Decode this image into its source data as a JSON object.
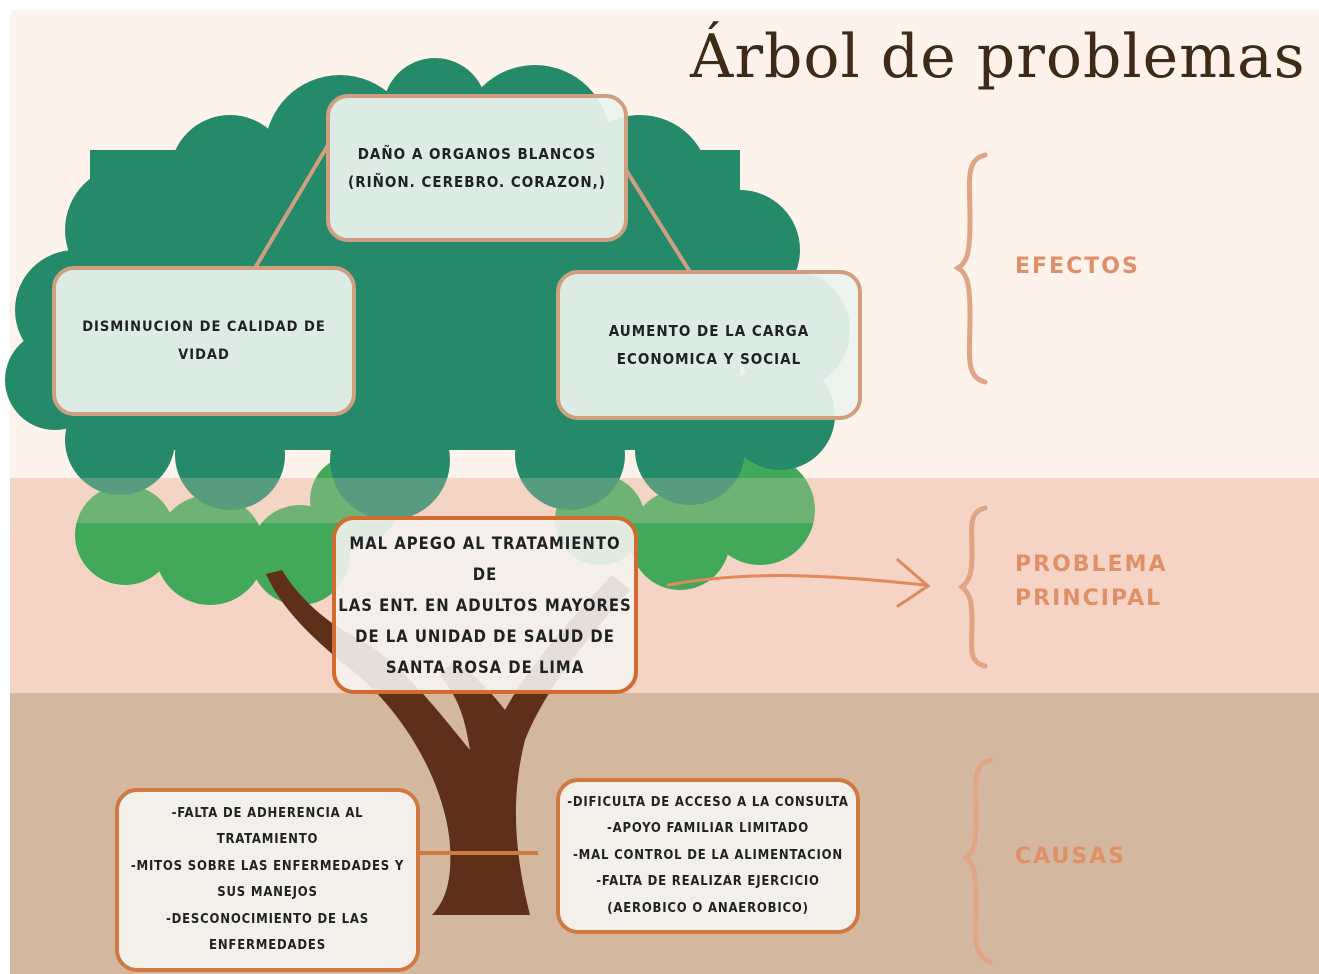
{
  "title": "Árbol de problemas",
  "sections": {
    "effects_label": "EFECTOS",
    "main_problem_label": "PROBLEMA\nPRINCIPAL",
    "causes_label": "CAUSAS"
  },
  "effects": {
    "top": "DAÑO A ORGANOS BLANCOS\n(RIÑON. CEREBRO. CORAZON,)",
    "left": "DISMINUCION DE CALIDAD DE VIDAD",
    "right": "AUMENTO DE LA CARGA\nECONOMICA Y SOCIAL"
  },
  "main_problem": "MAL APEGO AL TRATAMIENTO DE\nLAS ENT. EN ADULTOS MAYORES\nDE LA UNIDAD DE SALUD DE\nSANTA ROSA DE LIMA",
  "causes": {
    "left": "-FALTA DE ADHERENCIA AL\nTRATAMIENTO\n-MITOS SOBRE LAS ENFERMEDADES Y\nSUS MANEJOS\n-DESCONOCIMIENTO DE LAS\nENFERMEDADES",
    "right": "-DIFICULTA DE ACCESO A LA CONSULTA\n-APOYO FAMILIAR LIMITADO\n-MAL CONTROL DE LA ALIMENTACION\n-FALTA DE REALIZAR EJERCICIO\n(AEROBICO O ANAEROBICO)"
  },
  "colors": {
    "band_top": "#fdf3ea",
    "band_mid": "#f5d4c5",
    "band_bottom": "#d3b79f",
    "foliage_dark": "#248a6a",
    "foliage_light": "#43a95a",
    "trunk": "#5e301a",
    "label": "#e09068",
    "brace": "#e0a585"
  }
}
